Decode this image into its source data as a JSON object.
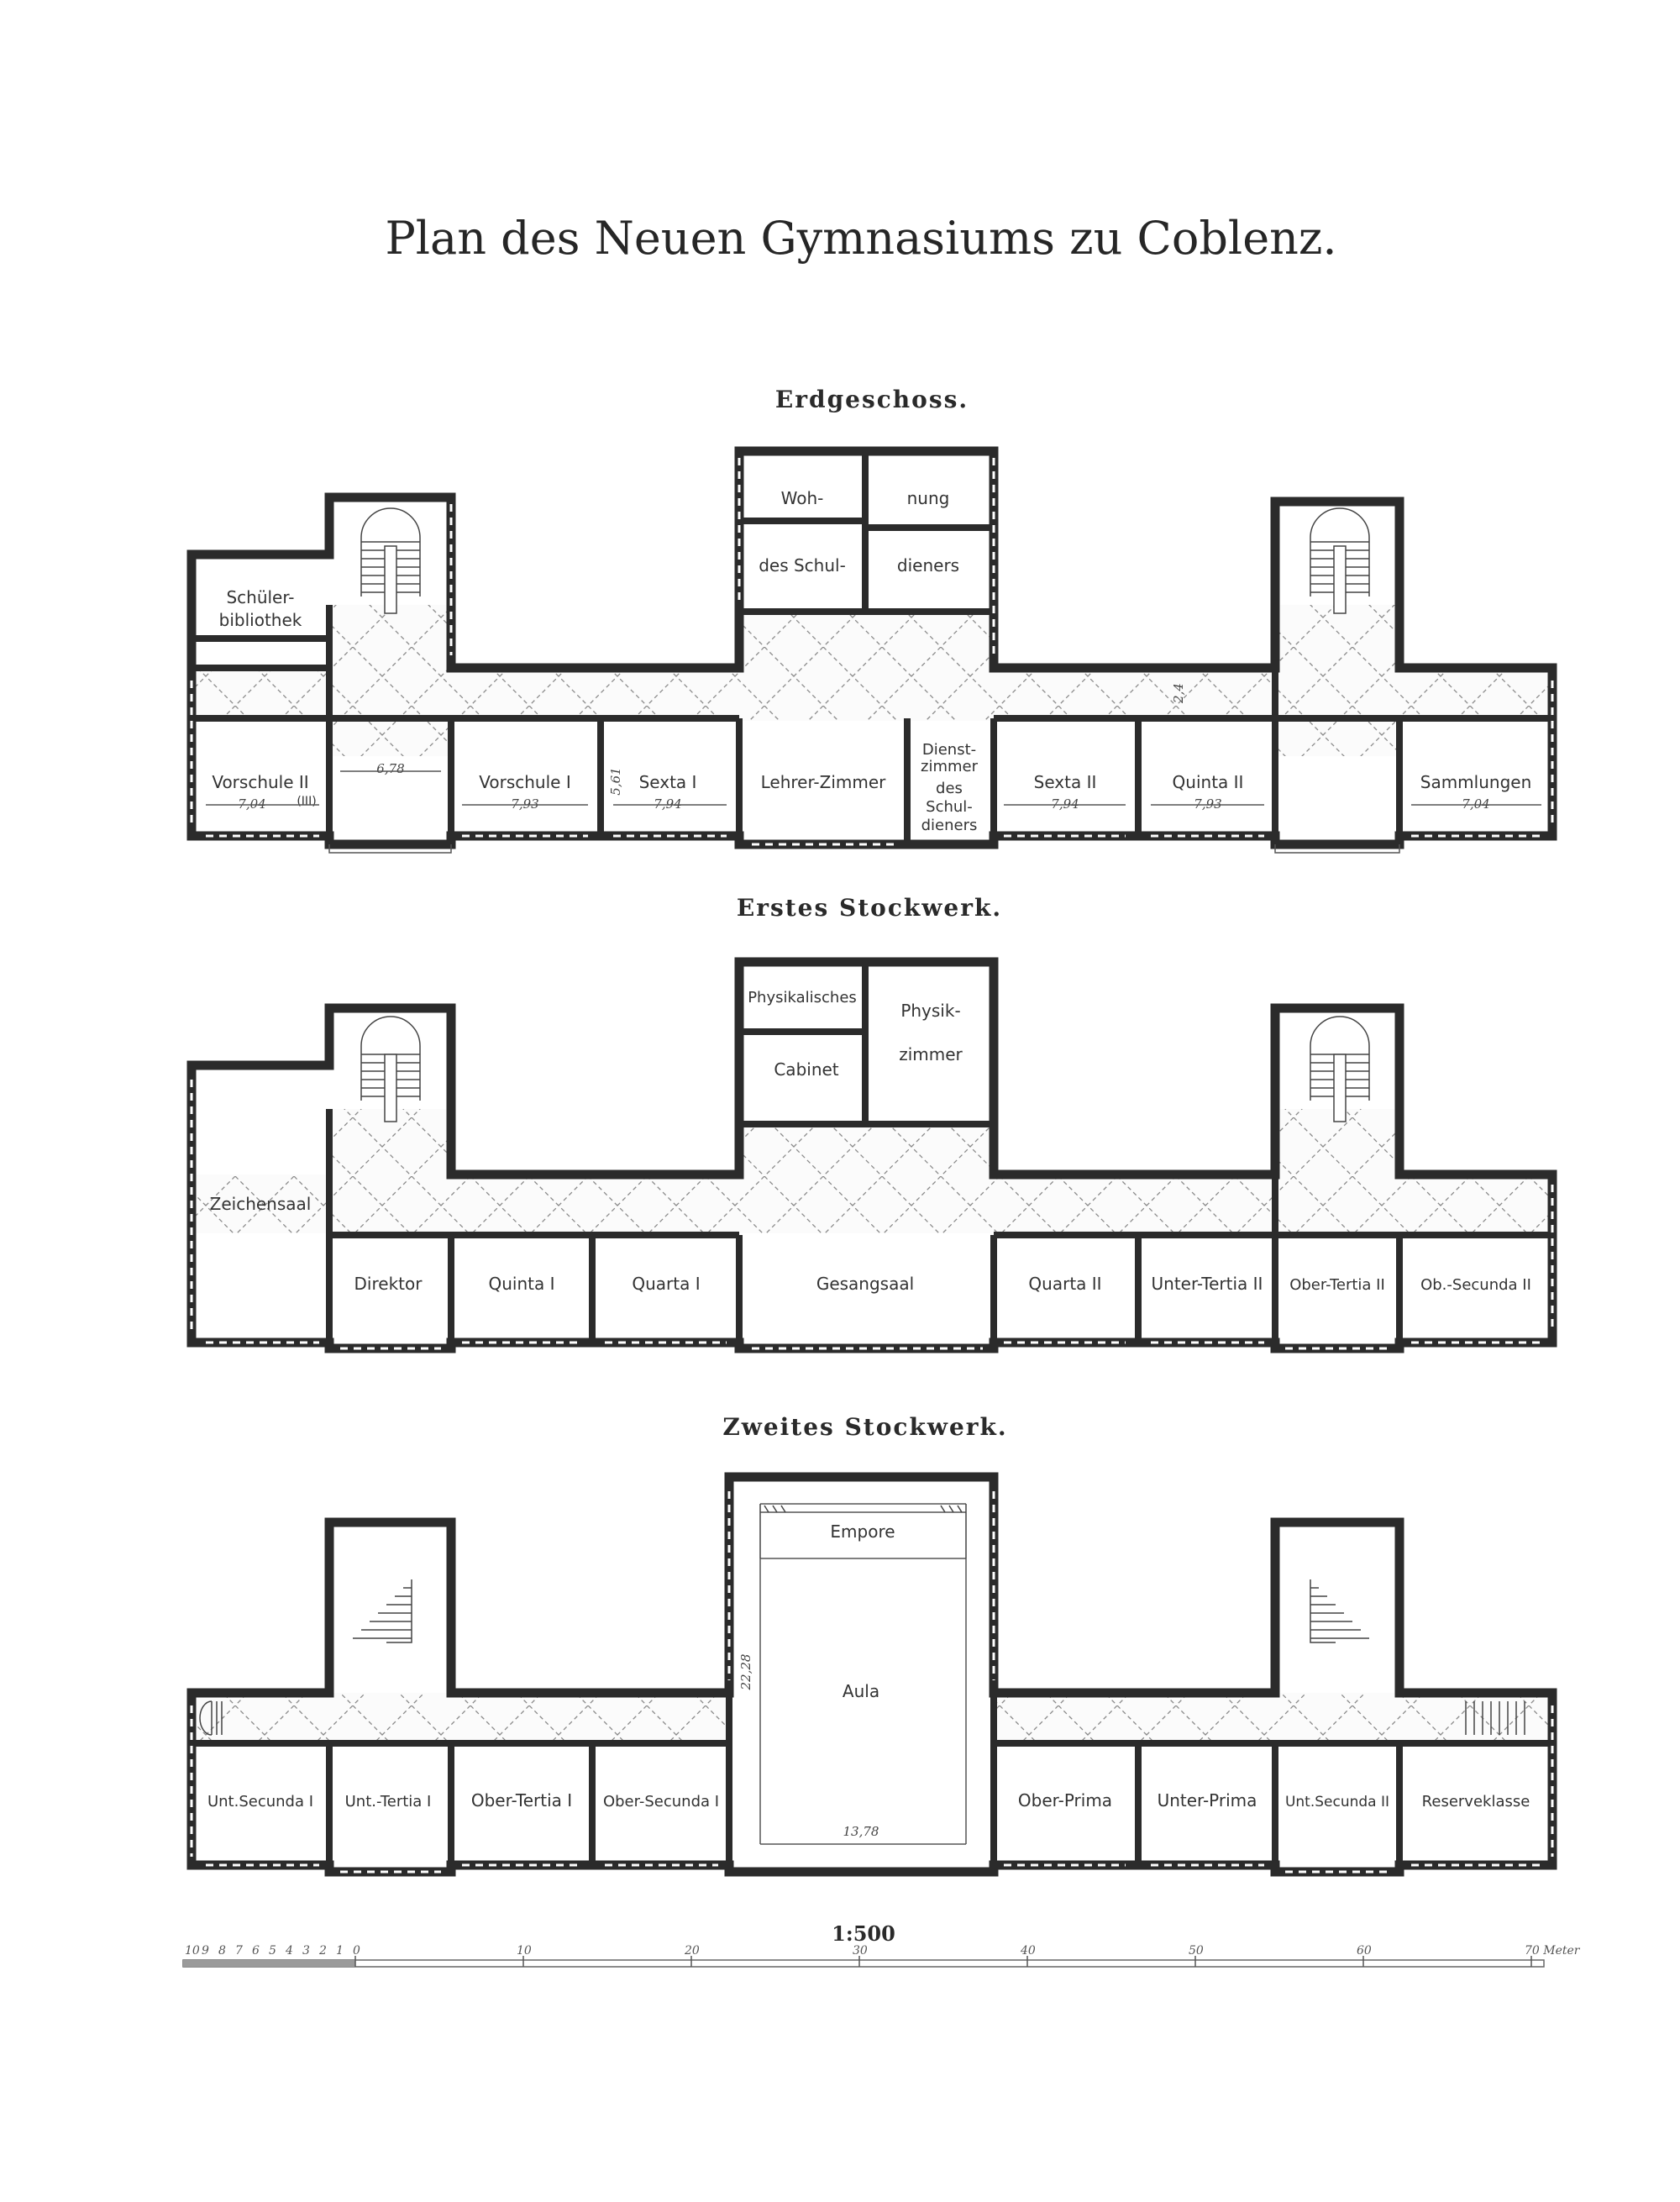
{
  "title": "Plan des Neuen Gymnasiums zu Coblenz.",
  "floors": {
    "ground": {
      "title": "Erdgeschoss.",
      "rooms": {
        "wohnung_1": "Woh-",
        "wohnung_2": "nung",
        "wohnung_3": "des Schul-",
        "wohnung_4": "dieners",
        "bibliothek_1": "Schüler-",
        "bibliothek_2": "bibliothek",
        "vorschule2": "Vorschule II",
        "vorschule2_note": "(III)",
        "vorschule1": "Vorschule I",
        "sexta1": "Sexta I",
        "lehrer": "Lehrer-Zimmer",
        "dienst_1": "Dienst-",
        "dienst_2": "zimmer",
        "dienst_3": "des",
        "dienst_4": "Schul-",
        "dienst_5": "dieners",
        "sexta2": "Sexta II",
        "quinta2": "Quinta II",
        "sammlungen": "Sammlungen"
      },
      "dims": {
        "d1": "7,04",
        "d2": "6,78",
        "d3": "7,93",
        "d4": "7,94",
        "d5": "5,61",
        "d6": "7,94",
        "d7": "7,93",
        "d8": "7,04",
        "d9": "2,4"
      }
    },
    "first": {
      "title": "Erstes Stockwerk.",
      "rooms": {
        "phys_1": "Physikalisches",
        "phys_2": "Cabinet",
        "physz_1": "Physik-",
        "physz_2": "zimmer",
        "zeichensaal": "Zeichensaal",
        "direktor": "Direktor",
        "quinta1": "Quinta I",
        "quarta1": "Quarta I",
        "gesangsaal": "Gesangsaal",
        "quarta2": "Quarta II",
        "untertertia2": "Unter-Tertia II",
        "obertertia2": "Ober-Tertia II",
        "obsecunda2": "Ob.-Secunda II"
      }
    },
    "second": {
      "title": "Zweites Stockwerk.",
      "rooms": {
        "empore": "Empore",
        "aula": "Aula",
        "untsecunda1": "Unt.Secunda I",
        "unttertia1": "Unt.-Tertia I",
        "obertertia1": "Ober-Tertia I",
        "obersecunda1": "Ober-Secunda I",
        "oberprima": "Ober-Prima",
        "unterprima": "Unter-Prima",
        "untsecunda2": "Unt.Secunda II",
        "reserve": "Reserveklasse"
      },
      "dims": {
        "d1": "22,28",
        "d2": "13,78"
      }
    }
  },
  "scale": {
    "label": "1:500",
    "ticks_small": [
      "10",
      "9",
      "8",
      "7",
      "6",
      "5",
      "4",
      "3",
      "2",
      "1",
      "0"
    ],
    "ticks_large": [
      "10",
      "20",
      "30",
      "40",
      "50",
      "60",
      "70 Meter"
    ]
  }
}
